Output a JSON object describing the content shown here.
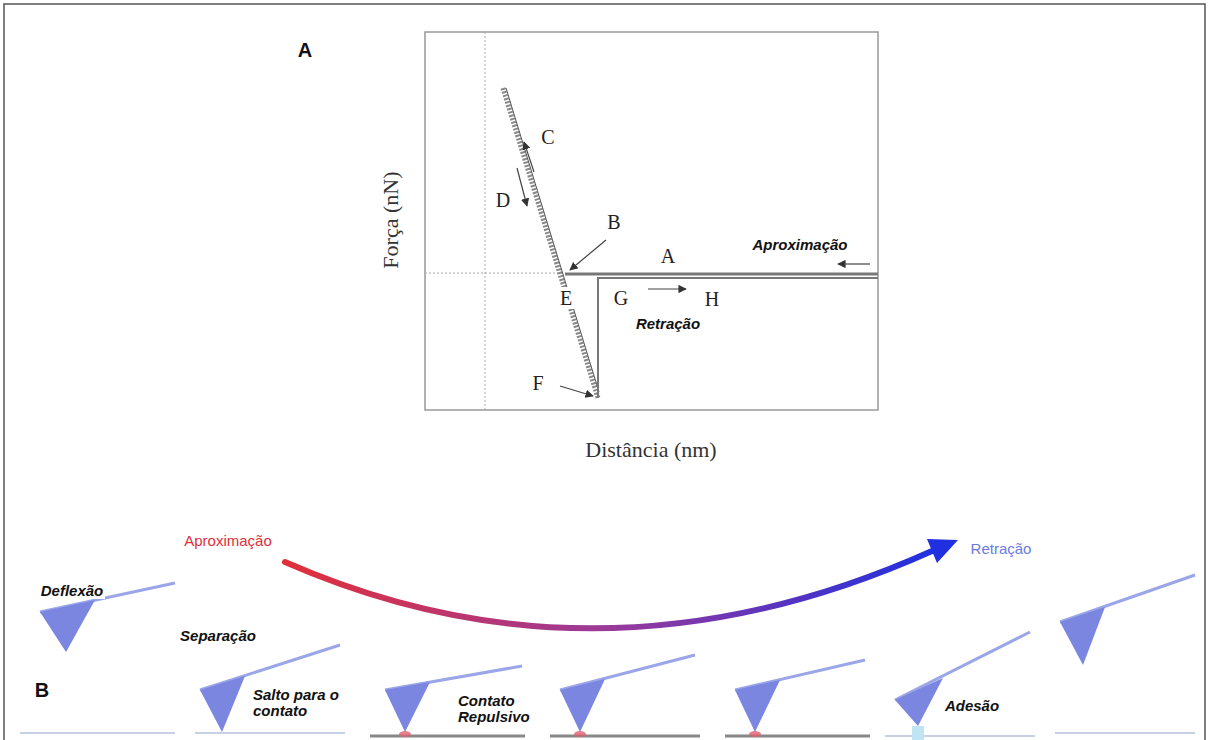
{
  "diagram": {
    "labels": [
      "A",
      "Força (nN)",
      "Distância (nm)",
      "C",
      "D",
      "B",
      "A",
      "Aproximação",
      "E",
      "G",
      "H",
      "Retração",
      "F",
      "B",
      "Aproximação",
      "Retração",
      "Deflexão",
      "Separação",
      "Salto para o contato",
      "Contato Repulsivo",
      "Adesão"
    ]
  }
}
